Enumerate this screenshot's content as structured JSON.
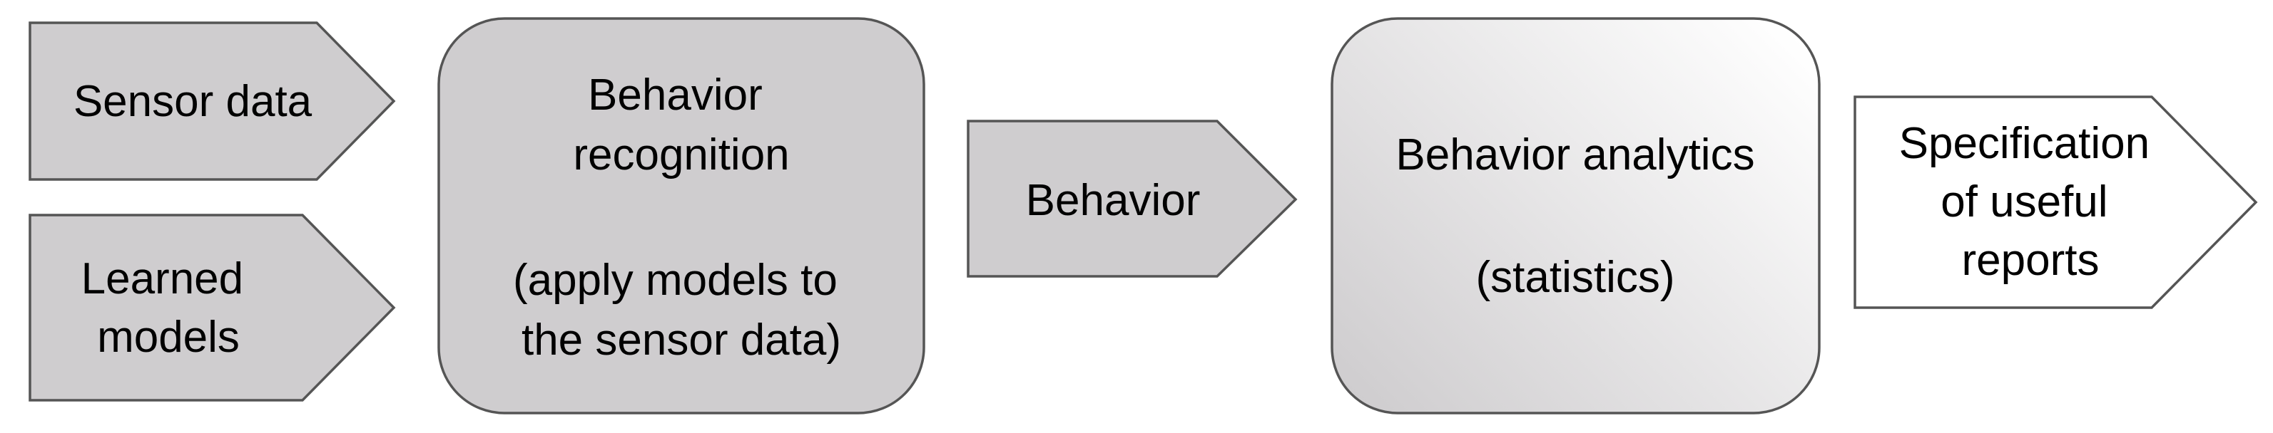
{
  "colors": {
    "box_fill": "#cfcdcf",
    "box_stroke": "#555555",
    "text": "#000000",
    "gradient_light": "#ffffff",
    "white_fill": "#ffffff"
  },
  "nodes": {
    "sensor_data": {
      "lines": [
        "Sensor data"
      ]
    },
    "learned_models": {
      "lines": [
        "Learned",
        "models"
      ]
    },
    "behavior_recognition": {
      "title_lines": [
        "Behavior",
        "recognition"
      ],
      "detail_lines": [
        "(apply models to",
        "the sensor data)"
      ]
    },
    "behavior": {
      "lines": [
        "Behavior"
      ]
    },
    "behavior_analytics": {
      "title_lines": [
        "Behavior analytics"
      ],
      "detail_lines": [
        "(statistics)"
      ]
    },
    "specification": {
      "lines": [
        "Specification",
        "of useful",
        "reports"
      ]
    }
  }
}
